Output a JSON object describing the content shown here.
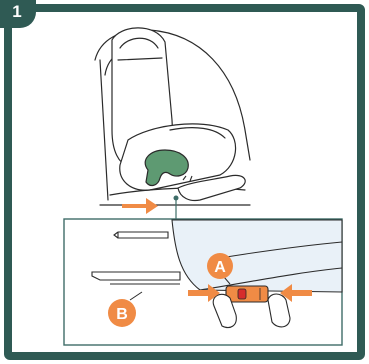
{
  "step": {
    "number": "1"
  },
  "callouts": {
    "a": "A",
    "b": "B"
  },
  "colors": {
    "frame": "#2f5a54",
    "accent_orange": "#f08b45",
    "accent_green": "#5e9a72",
    "line": "#2b2b2b",
    "inset_fill": "#e9f1f8",
    "inset_border": "#3e6d68"
  },
  "icons": [
    "arrow-right-icon",
    "arrow-left-icon",
    "isofix-latch-icon",
    "hand-icon",
    "car-seat-icon"
  ]
}
